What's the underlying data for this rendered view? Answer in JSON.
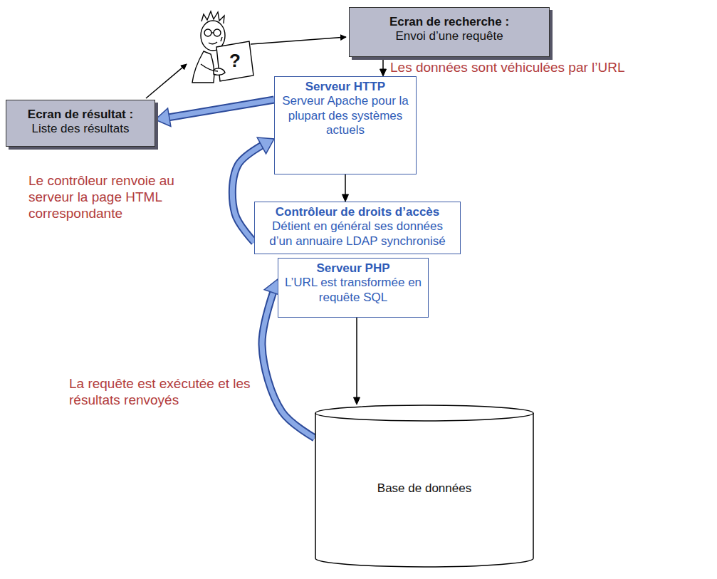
{
  "diagram": {
    "nodes": [
      {
        "text": [
          "Ecran de recherche :",
          "Envoi d’une requête"
        ]
      },
      {
        "text": [
          "Ecran de résultat :",
          "Liste des résultats"
        ]
      },
      {
        "text": [
          "Serveur HTTP",
          "Serveur Apache pour la plupart des systèmes actuels"
        ]
      },
      {
        "text": [
          "Contrôleur de droits d’accès",
          "Détient en général ses données d’un annuaire LDAP synchronisé"
        ]
      },
      {
        "text": [
          "Serveur PHP",
          "L’URL est transformée en requête SQL"
        ]
      },
      {
        "text": [
          "Base de données"
        ]
      }
    ],
    "edges": [
      {
        "from": 0,
        "to": 2,
        "arrow": "to",
        "label": "Les données sont véhiculées par l’URL"
      },
      {
        "from": 2,
        "to": 3,
        "arrow": "to"
      },
      {
        "from": 4,
        "to": 5,
        "arrow": "to"
      },
      {
        "from": 5,
        "to": 4,
        "arrow": "to",
        "label": "La requête est exécutée et les résultats renvoyés"
      },
      {
        "from": 3,
        "to": 2,
        "arrow": "to",
        "label": "Le contrôleur renvoie au serveur la page HTML correspondante"
      },
      {
        "from": 2,
        "to": 1,
        "arrow": "to"
      }
    ],
    "labels": [
      "?"
    ]
  }
}
